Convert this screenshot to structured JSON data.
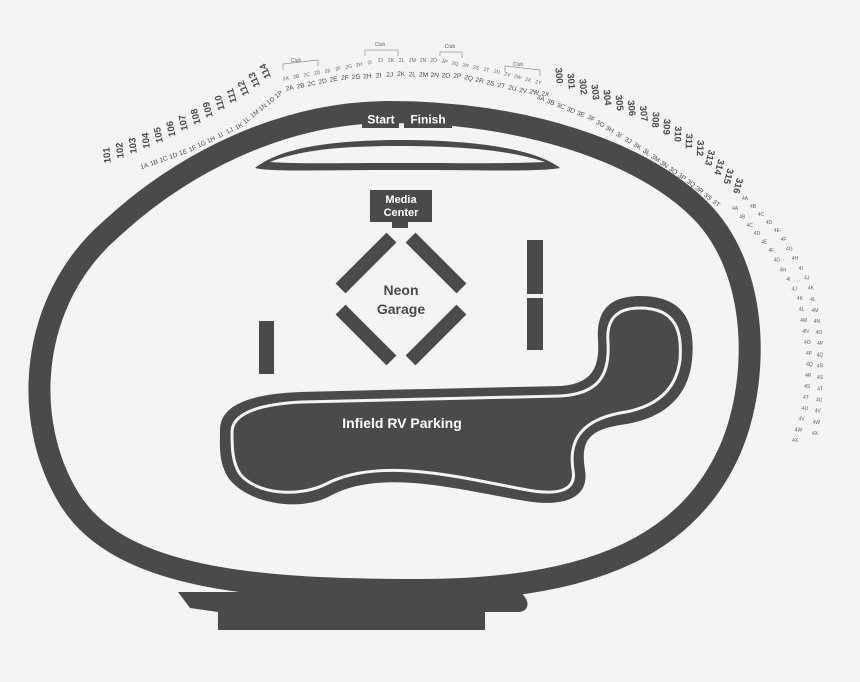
{
  "labels": {
    "start": "Start",
    "finish": "Finish",
    "media_center_line1": "Media",
    "media_center_line2": "Center",
    "neon_garage_line1": "Neon",
    "neon_garage_line2": "Garage",
    "infield_rv": "Infield RV Parking",
    "club_1": "Club",
    "club_2": "Club",
    "club_3": "Club",
    "club_4": "Club"
  },
  "sections_outer": [
    "101",
    "102",
    "103",
    "104",
    "105",
    "106",
    "107",
    "108",
    "109",
    "110",
    "111",
    "112",
    "113",
    "114"
  ],
  "sections_300": [
    "300",
    "301",
    "302",
    "303",
    "304",
    "305",
    "306",
    "307",
    "308",
    "309",
    "310",
    "311",
    "312",
    "313",
    "314",
    "315",
    "316"
  ],
  "sections_lower_front": [
    "1A",
    "1B",
    "1C",
    "1D",
    "1E",
    "1F",
    "1G",
    "1H",
    "1I",
    "1J",
    "1K",
    "1L",
    "1M",
    "1N",
    "1O",
    "1P"
  ],
  "sections_row2": [
    "2A",
    "2B",
    "2C",
    "2D",
    "2E",
    "2F",
    "2G",
    "2H",
    "2I",
    "2J",
    "2K",
    "2L",
    "2M",
    "2N",
    "2O",
    "2P",
    "2Q",
    "2R",
    "2S",
    "2T",
    "2U",
    "2V",
    "2W",
    "2X"
  ],
  "sections_row2_upper": [
    "2A",
    "2B",
    "2C",
    "2D",
    "2E",
    "2F",
    "2G",
    "2H",
    "2I",
    "2J",
    "2K",
    "2L",
    "2M",
    "2N",
    "2O",
    "2P",
    "2Q",
    "2R",
    "2S",
    "2T",
    "2U",
    "2V",
    "2W",
    "2X",
    "2Y"
  ],
  "sections_3": [
    "3A",
    "3B",
    "3C",
    "3D",
    "3E",
    "3F",
    "3G",
    "3H",
    "3I",
    "3J",
    "3K",
    "3L",
    "3M",
    "3N",
    "3O",
    "3P",
    "3Q",
    "3R",
    "3S",
    "3T"
  ],
  "sections_4_inner": [
    "4A",
    "4B",
    "4C",
    "4D",
    "4E",
    "4F",
    "4G",
    "4H",
    "4I",
    "4J",
    "4K",
    "4L",
    "4M",
    "4N",
    "4O",
    "4P",
    "4Q",
    "4R",
    "4S",
    "4T",
    "4U",
    "4V",
    "4W",
    "4X"
  ],
  "sections_4_outer": [
    "4A",
    "4B",
    "4C",
    "4D",
    "4E",
    "4F",
    "4G",
    "4H",
    "4I",
    "4J",
    "4K",
    "4L",
    "4M",
    "4N",
    "4O",
    "4P",
    "4Q",
    "4R",
    "4S",
    "4T",
    "4U",
    "4V",
    "4W",
    "4X"
  ],
  "colors": {
    "track": "#4a4a4a",
    "background": "#f4f4f4",
    "stand_outline": "#bdbdbd"
  }
}
